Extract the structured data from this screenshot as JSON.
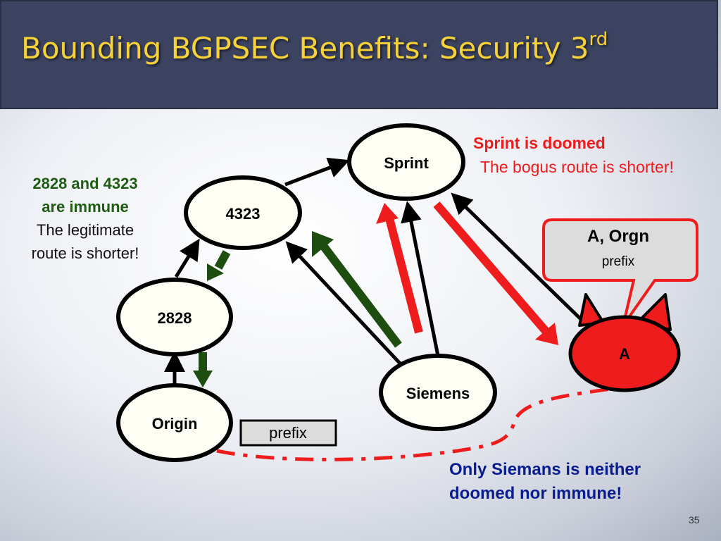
{
  "slide": {
    "title": "Bounding BGPSEC Benefits: Security 3",
    "title_superscript": "rd",
    "page_number": "35"
  },
  "nodes": {
    "sprint": "Sprint",
    "n4323": "4323",
    "n2828": "2828",
    "origin": "Origin",
    "siemens": "Siemens",
    "attacker": "A"
  },
  "prefix_box": "prefix",
  "callout": {
    "title": "A, Orgn",
    "subtitle": "prefix"
  },
  "notes": {
    "immune_bold": [
      "2828 and 4323",
      "are immune"
    ],
    "immune_text": [
      "The legitimate",
      "route is shorter!"
    ],
    "doomed_bold": "Sprint is doomed",
    "doomed_text": "The bogus route is shorter!",
    "neither": [
      "Only Siemans is neither",
      "doomed nor immune!"
    ]
  },
  "colors": {
    "title": "#f6d23a",
    "legit_arrow": "#1d4d0f",
    "bogus_arrow": "#ee1c1c",
    "attacker_fill": "#ee1c1c",
    "immune_text": "#1d5c12",
    "neither_text": "#0a1d8f"
  }
}
